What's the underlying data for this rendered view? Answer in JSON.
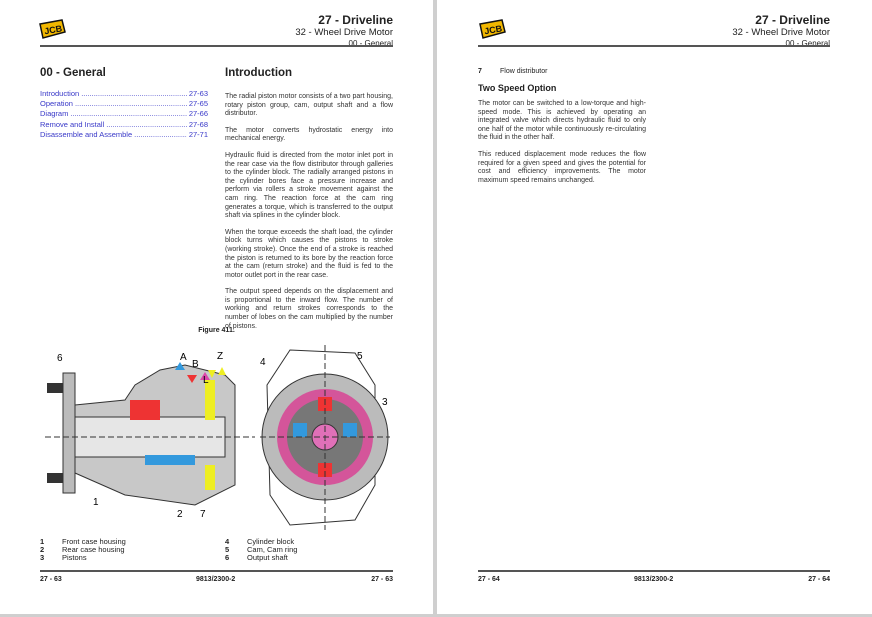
{
  "header": {
    "chapter": "27 - Driveline",
    "section": "32 - Wheel Drive Motor",
    "subsection": "00 - General",
    "logo": "JCB"
  },
  "left": {
    "section_title": "00 - General",
    "toc": [
      {
        "label": "Introduction",
        "page": "27-63"
      },
      {
        "label": "Operation",
        "page": "27-65"
      },
      {
        "label": "Diagram",
        "page": "27-66"
      },
      {
        "label": "Remove and Install",
        "page": "27-68"
      },
      {
        "label": "Disassemble and Assemble",
        "page": "27-71"
      }
    ],
    "intro_title": "Introduction",
    "paragraphs": [
      "The radial piston motor consists of a two part housing, rotary piston group, cam, output shaft and a flow distributor.",
      "The motor converts hydrostatic energy into mechanical energy.",
      "Hydraulic fluid is directed from the motor inlet port in the rear case via the flow distributor through galleries to the cylinder block. The radially arranged pistons in the cylinder bores face a pressure increase and perform via rollers a stroke movement against the cam ring. The reaction force at the cam ring generates a torque, which is transferred to the output shaft via splines in the cylinder block.",
      "When the torque exceeds the shaft load, the cylinder block turns which causes the pistons to stroke (working stroke). Once the end of a stroke is reached the piston is returned to its bore by the reaction force at the cam (return stroke) and the fluid is fed to the motor outlet port in the rear case.",
      "The output speed depends on the displacement and is proportional to the inward flow. The number of working and return strokes corresponds to the number of lobes on the cam multiplied by the number of pistons."
    ],
    "figure_caption": "Figure 411.",
    "figure_labels": {
      "n1": "1",
      "n2": "2",
      "n3": "3",
      "n4": "4",
      "n5": "5",
      "n6": "6",
      "n7": "7",
      "A": "A",
      "B": "B",
      "L": "L",
      "Z": "Z"
    },
    "legend": [
      {
        "num": "1",
        "text": "Front case housing"
      },
      {
        "num": "2",
        "text": "Rear case housing"
      },
      {
        "num": "3",
        "text": "Pistons"
      },
      {
        "num": "4",
        "text": "Cylinder block"
      },
      {
        "num": "5",
        "text": "Cam, Cam ring"
      },
      {
        "num": "6",
        "text": "Output shaft"
      }
    ],
    "footer": {
      "left": "27 - 63",
      "center": "9813/2300-2",
      "right": "27 - 63"
    }
  },
  "right": {
    "legend_item": {
      "num": "7",
      "text": "Flow distributor"
    },
    "title": "Two Speed Option",
    "paragraphs": [
      "The motor can be switched to a low-torque and high-speed mode. This is achieved by operating an integrated valve which directs hydraulic fluid to only one half of the motor while continuously re-circulating the fluid in the other half.",
      "This reduced displacement mode reduces the flow required for a given speed and gives the potential for cost and efficiency improvements. The motor maximum speed remains unchanged."
    ],
    "footer": {
      "left": "27 - 64",
      "center": "9813/2300-2",
      "right": "27 - 64"
    }
  }
}
